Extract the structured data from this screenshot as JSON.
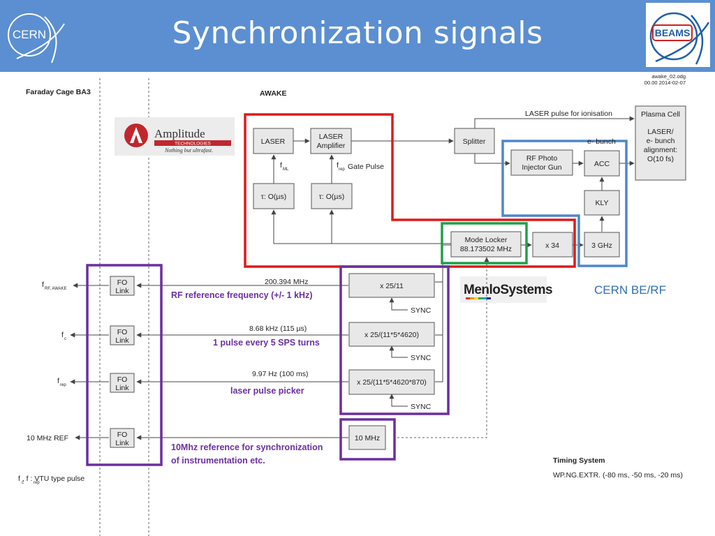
{
  "title": "Synchronization signals",
  "logos": {
    "cern": "CERN",
    "beams": "BEAMS",
    "amplitude_name": "Amplitude",
    "amplitude_sub": "TECHNOLOGIES",
    "amplitude_tag": "Nothing but ultrafast.",
    "menlo": "MenloSystems"
  },
  "file_info": {
    "name": "awake_02.odg",
    "version": "00.00 2014-02-07"
  },
  "regions": {
    "faraday": "Faraday Cage BA3",
    "awake": "AWAKE",
    "timing": "Timing System",
    "timing_detail": "WP.NG.EXTR. (-80 ms, -50 ms, -20 ms)"
  },
  "boxes": {
    "laser": "LASER",
    "laser_amp_1": "LASER",
    "laser_amp_2": "Amplifier",
    "tau1": "τ: O(µs)",
    "tau2": "τ: O(µs)",
    "splitter": "Splitter",
    "plasma_1": "Plasma Cell",
    "plasma_2": "LASER/",
    "plasma_3": "e- bunch",
    "plasma_4": "alignment:",
    "plasma_5": "O(10 fs)",
    "rf_gun_1": "RF Photo",
    "rf_gun_2": "Injector Gun",
    "acc": "ACC",
    "kly": "KLY",
    "mode_1": "Mode Locker",
    "mode_2": "88.173502 MHz",
    "x34": "x 34",
    "ghz3": "3 GHz",
    "div1": "x 25/11",
    "div2": "x 25/(11*5*4620)",
    "div3": "x 25/(11*5*4620*870)",
    "mhz10": "10 MHz",
    "fo": "FO",
    "link": "Link"
  },
  "labels": {
    "laser_pulse": "LASER pulse for ionisation",
    "e_bunch": "e- bunch",
    "fml": "f",
    "fml_sub": "ML",
    "frep": "f",
    "frep_sub": "rep",
    "gate_pulse": "Gate Pulse",
    "freq1": "200.394 MHz",
    "freq2": "8.68 kHz (115 µs)",
    "freq3": "9.97 Hz (100 ms)",
    "sync": "SYNC",
    "cern_berf": "CERN BE/RF",
    "out1": "f",
    "out1_sub": "RF, AWAKE",
    "out2": "f",
    "out2_sub": "c",
    "out3": "f",
    "out3_sub": "rep",
    "out4": "10 MHz REF",
    "footnote": "f , f   : VTU type pulse",
    "fn_c": "c",
    "fn_rep": "rep"
  },
  "annotations": {
    "rf_ref": "RF reference frequency (+/- 1 kHz)",
    "pulse": "1 pulse every 5 SPS turns",
    "picker": "laser pulse picker",
    "ref10_1": "10Mhz reference for synchronization",
    "ref10_2": "of instrumentation etc."
  },
  "colors": {
    "red": "#e0191b",
    "blue": "#4f87cc",
    "green": "#1fa049",
    "purple": "#6b2fa0",
    "header": "#5b8fd1"
  }
}
